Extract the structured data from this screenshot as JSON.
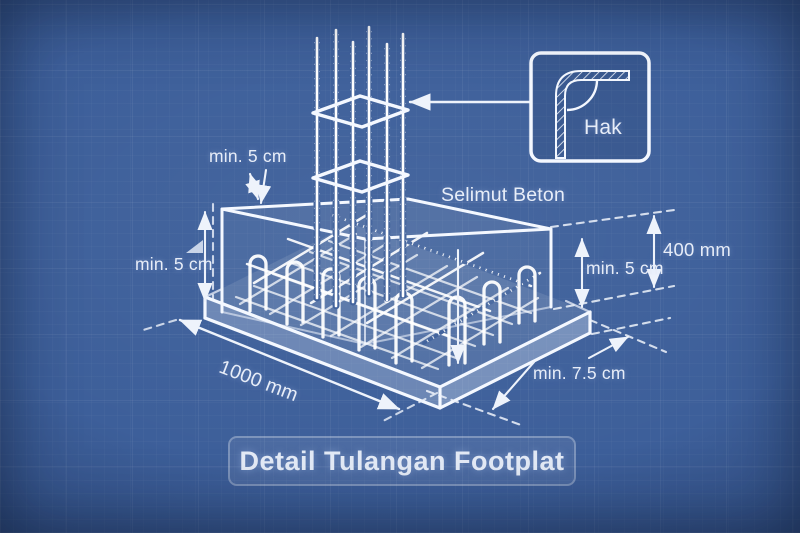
{
  "title": "Detail Tulangan Footplat",
  "annotations": {
    "cover_top": "min. 5 cm",
    "cover_left": "min. 5 cm",
    "concrete_cover_label": "Selimut Beton",
    "cover_right": "min. 5 cm",
    "footing_height": "400 mm",
    "footing_width": "1000 mm",
    "side_cover": "min. 7.5 cm",
    "hook_label": "Hak"
  },
  "colors": {
    "background_blue": "#3d5f9a",
    "line_white": "#ffffff",
    "text": "#e7edf8"
  }
}
